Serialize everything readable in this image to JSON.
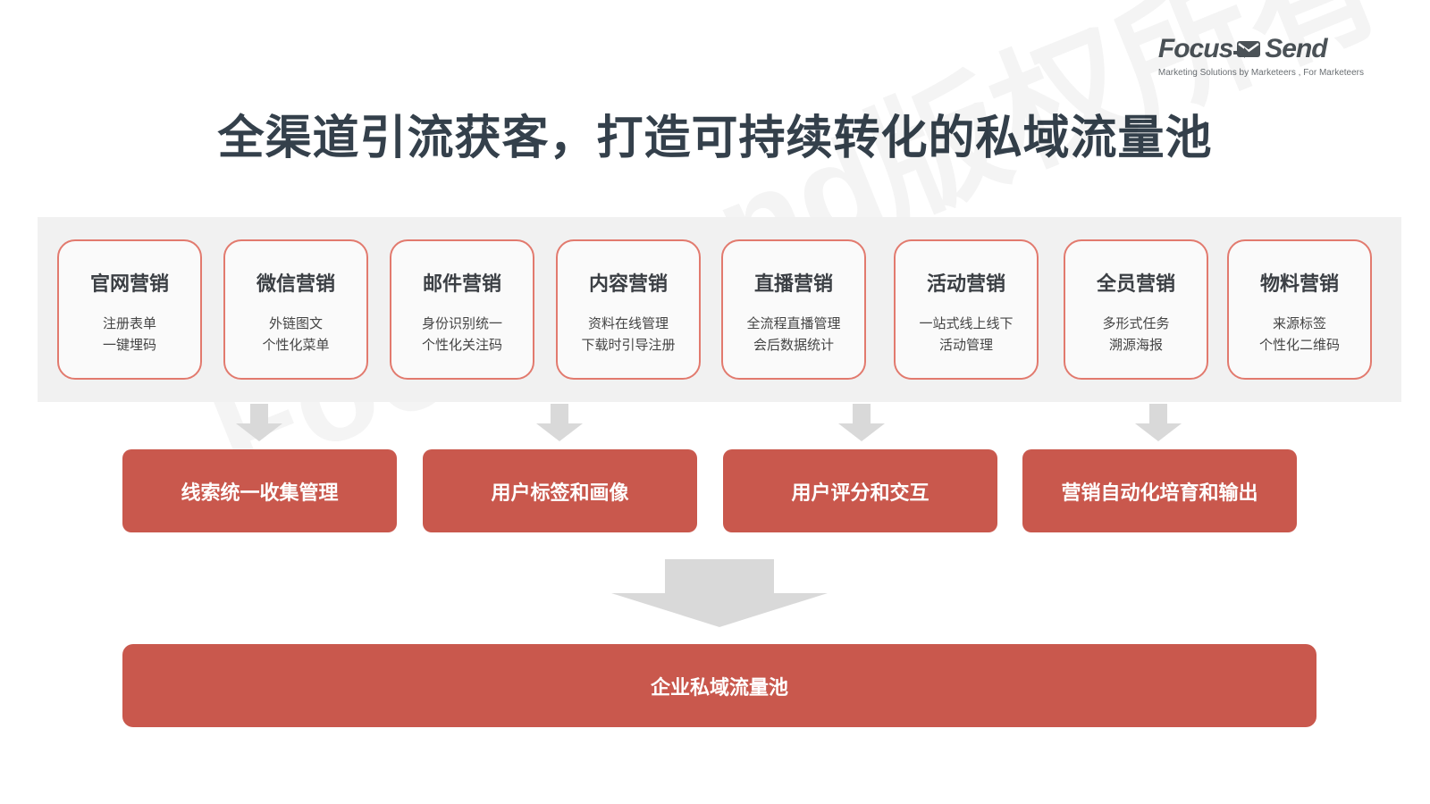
{
  "logo": {
    "word_left": "Focus",
    "word_right": "Send",
    "tagline": "Marketing Solutions by Marketeers , For Marketeers",
    "icon": "envelope-arrow-icon"
  },
  "title": "全渠道引流获客，打造可持续转化的私域流量池",
  "channels": [
    {
      "title": "官网营销",
      "lines": [
        "注册表单",
        "一键埋码"
      ]
    },
    {
      "title": "微信营销",
      "lines": [
        "外链图文",
        "个性化菜单"
      ]
    },
    {
      "title": "邮件营销",
      "lines": [
        "身份识别统一",
        "个性化关注码"
      ]
    },
    {
      "title": "内容营销",
      "lines": [
        "资料在线管理",
        "下载时引导注册"
      ]
    },
    {
      "title": "直播营销",
      "lines": [
        "全流程直播管理",
        "会后数据统计"
      ]
    },
    {
      "title": "活动营销",
      "lines": [
        "一站式线上线下",
        "活动管理"
      ]
    },
    {
      "title": "全员营销",
      "lines": [
        "多形式任务",
        "溯源海报"
      ]
    },
    {
      "title": "物料营销",
      "lines": [
        "来源标签",
        "个性化二维码"
      ]
    }
  ],
  "processes": [
    {
      "label": "线索统一收集管理"
    },
    {
      "label": "用户标签和画像"
    },
    {
      "label": "用户评分和交互"
    },
    {
      "label": "营销自动化培育和输出"
    }
  ],
  "pool": {
    "label": "企业私域流量池"
  },
  "watermark": "Focussend版权所有",
  "colors": {
    "accent": "#c9584d",
    "card_border": "#e27a6e",
    "title": "#34404b",
    "band": "#f1f1f1",
    "arrow": "#d9d9d9"
  }
}
